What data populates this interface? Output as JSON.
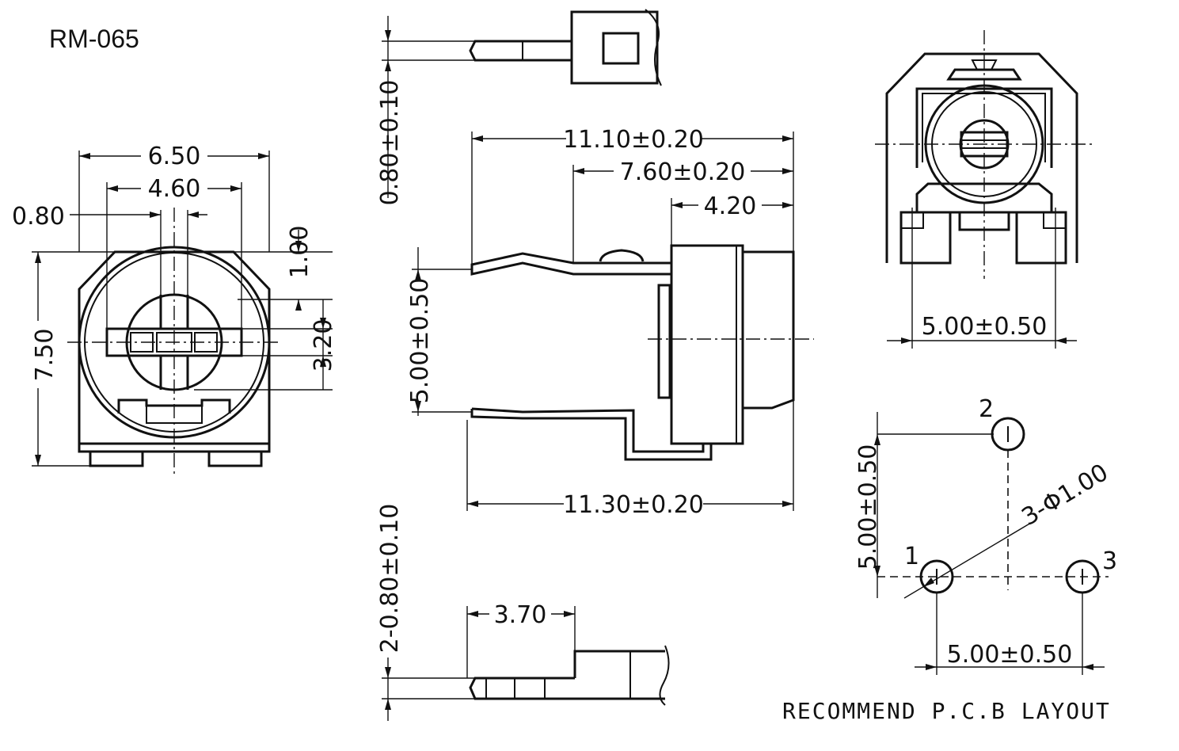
{
  "title": "RM-065",
  "front_view": {
    "dims": {
      "overall_width": "6.50",
      "inner_width": "4.60",
      "slot_width": "0.80",
      "height": "7.50",
      "top_offset": "1.00",
      "slot_span": "3.20"
    }
  },
  "side_view": {
    "dims": {
      "pin_thickness_top": "0.80±0.10",
      "length_upper": "11.10±0.20",
      "body_depth": "7.60±0.20",
      "knob_depth": "4.20",
      "pin_spacing": "5.00±0.50",
      "length_lower": "11.30±0.20",
      "pin_thickness_bottom": "2-0.80±0.10",
      "pin_offset": "3.70"
    }
  },
  "rear_view": {
    "dims": {
      "pin_spacing": "5.00±0.50"
    }
  },
  "pcb_layout": {
    "pins": [
      "1",
      "2",
      "3"
    ],
    "hole_callout": "3-Φ1.00",
    "vertical_spacing": "5.00±0.50",
    "horizontal_spacing": "5.00±0.50",
    "caption": "RECOMMEND P.C.B LAYOUT"
  },
  "colors": {
    "ink": "#111111",
    "paper": "#ffffff"
  }
}
